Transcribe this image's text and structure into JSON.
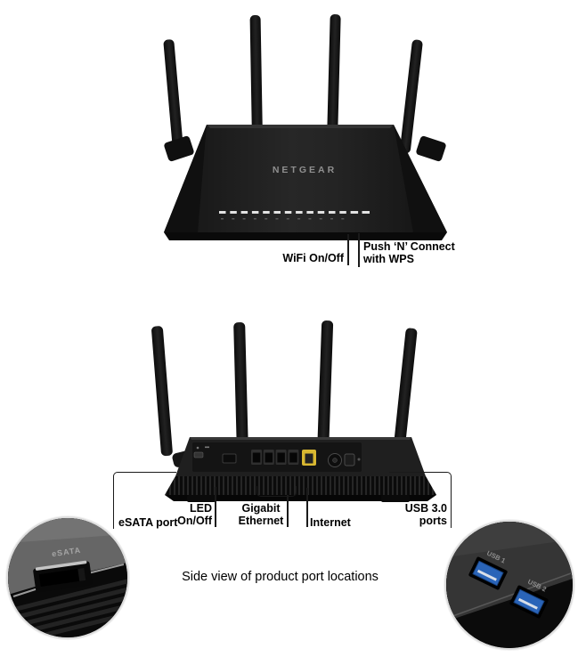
{
  "caption": "Side view of product port locations",
  "front_view": {
    "brand_logo": "NETGEAR",
    "labels": {
      "wifi": "WiFi On/Off",
      "wps_line1": "Push ‘N’ Connect",
      "wps_line2": "with WPS"
    }
  },
  "rear_view": {
    "labels": {
      "esata": "eSATA port",
      "led_line1": "LED",
      "led_line2": "On/Off",
      "gigabit_line1": "Gigabit",
      "gigabit_line2": "Ethernet",
      "internet": "Internet",
      "usb_line1": "USB 3.0",
      "usb_line2": "ports"
    }
  },
  "insets": {
    "esata_label": "eSATA",
    "usb1_label": "USB 1",
    "usb2_label": "USB 2"
  },
  "colors": {
    "device_black": "#1b1b1b",
    "internet_port_yellow": "#d9b831",
    "usb_port_blue": "#2a64b8",
    "label_text": "#000000",
    "leader_line": "#1a1a1a",
    "netgear_logo_gray": "#8f8f8f"
  }
}
